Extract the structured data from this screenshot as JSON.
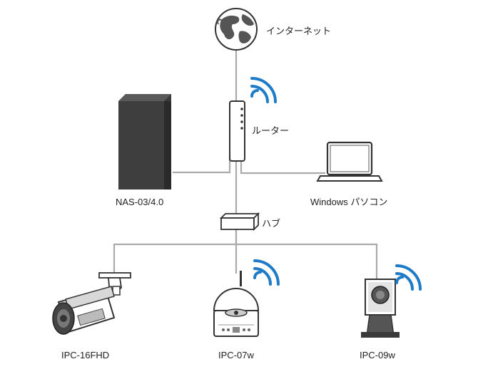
{
  "labels": {
    "internet": "インターネット",
    "router": "ルーター",
    "nas": "NAS-03/4.0",
    "pc": "Windows パソコン",
    "hub": "ハブ",
    "cam1": "IPC-16FHD",
    "cam2": "IPC-07w",
    "cam3": "IPC-09w"
  },
  "icons": {
    "internet": "globe-icon",
    "router": "router-icon",
    "nas": "nas-icon",
    "pc": "laptop-icon",
    "hub": "hub-icon",
    "cam1": "bullet-camera-icon",
    "cam2": "dome-camera-icon",
    "cam3": "cube-camera-icon",
    "wifi": "wifi-icon"
  },
  "colors": {
    "line": "#aaaaaa",
    "device_dark": "#3a3a3a",
    "device_outline": "#333333",
    "wifi": "#1e7bc8"
  }
}
